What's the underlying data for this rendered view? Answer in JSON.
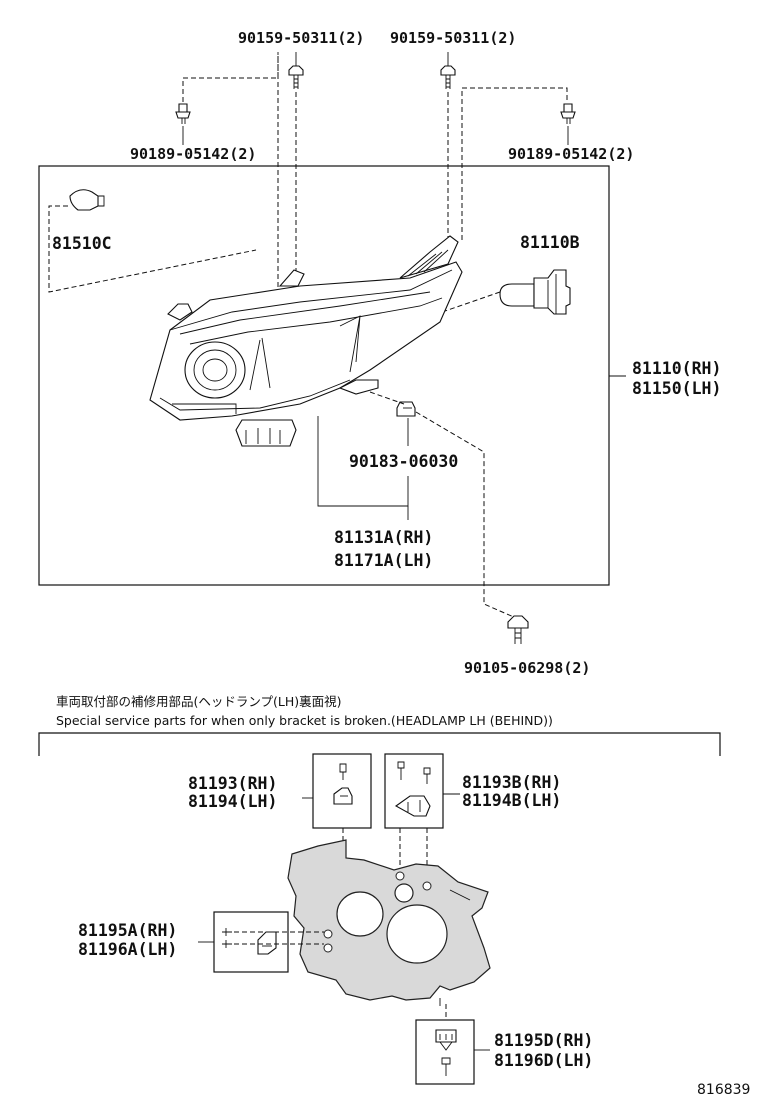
{
  "labels": {
    "bolt_l": "90159-50311(2)",
    "bolt_r": "90159-50311(2)",
    "clip_l": "90189-05142(2)",
    "clip_r": "90189-05142(2)",
    "bulb_small": "81510C",
    "bulb_main": "81110B",
    "assy_rh": "81110(RH)",
    "assy_lh": "81150(LH)",
    "nut": "90183-06030",
    "bracket_rh": "81131A(RH)",
    "bracket_lh": "81171A(LH)",
    "screw": "90105-06298(2)",
    "note_jp": "車両取付部の補修用部品(ヘッドランプ(LH)裏面視)",
    "note_en": "Special service parts for when only bracket is broken.(HEADLAMP LH (BEHIND))",
    "kit1_rh": "81193(RH)",
    "kit1_lh": "81194(LH)",
    "kit2_rh": "81193B(RH)",
    "kit2_lh": "81194B(LH)",
    "kit3_rh": "81195A(RH)",
    "kit3_lh": "81196A(LH)",
    "kit4_rh": "81195D(RH)",
    "kit4_lh": "81196D(LH)",
    "figure_no": "816839"
  }
}
